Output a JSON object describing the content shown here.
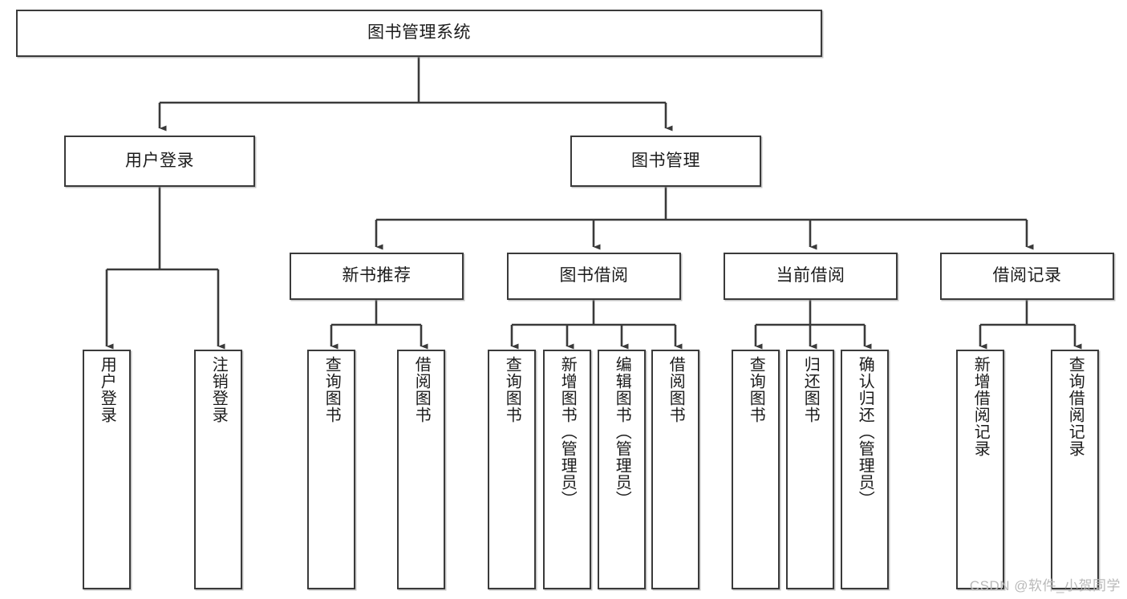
{
  "diagram": {
    "title": "图书管理系统",
    "type": "tree-hierarchy-diagram",
    "colors": {
      "stroke": "#3a3a3a",
      "fill": "#ffffff",
      "text": "#1b1b1b",
      "watermark": "#b9b9b9"
    },
    "root": {
      "label": "图书管理系统"
    },
    "level2": [
      {
        "label": "用户登录"
      },
      {
        "label": "图书管理"
      }
    ],
    "level3": [
      {
        "label": "新书推荐"
      },
      {
        "label": "图书借阅"
      },
      {
        "label": "当前借阅"
      },
      {
        "label": "借阅记录"
      }
    ],
    "leaves": {
      "user_login": [
        {
          "label": "用户登录"
        },
        {
          "label": "注销登录"
        }
      ],
      "new_book_recommend": [
        {
          "label": "查询图书"
        },
        {
          "label": "借阅图书"
        }
      ],
      "book_borrow": [
        {
          "label": "查询图书"
        },
        {
          "label": "新增图书（管理员）"
        },
        {
          "label": "编辑图书（管理员）"
        },
        {
          "label": "借阅图书"
        }
      ],
      "current_borrow": [
        {
          "label": "查询图书"
        },
        {
          "label": "归还图书"
        },
        {
          "label": "确认归还（管理员）"
        }
      ],
      "borrow_record": [
        {
          "label": "新增借阅记录"
        },
        {
          "label": "查询借阅记录"
        }
      ]
    },
    "watermark": "CSDN @软件_小贺同学"
  }
}
